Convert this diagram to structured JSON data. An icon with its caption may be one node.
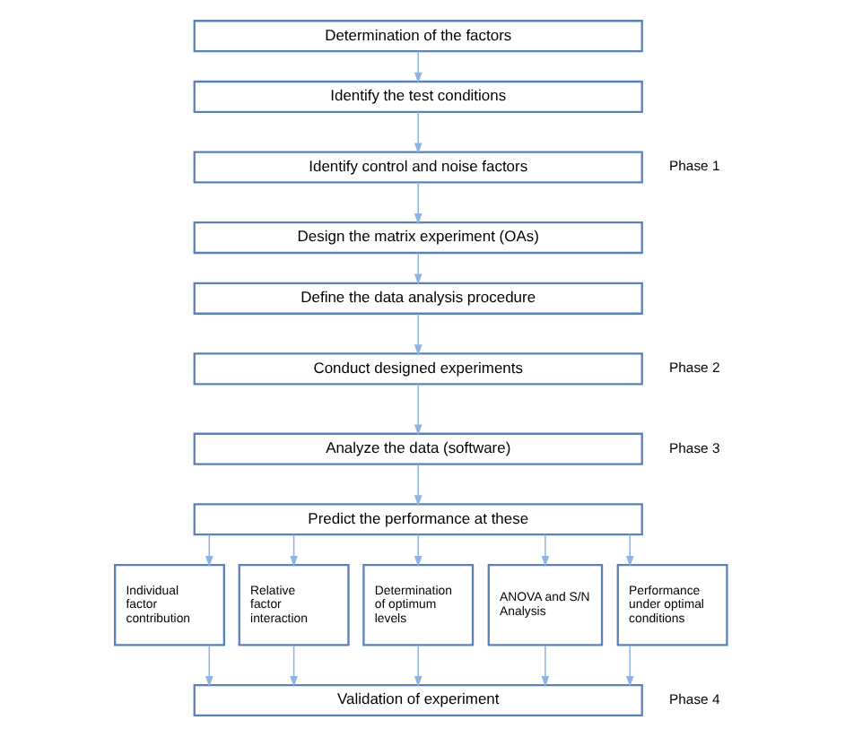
{
  "diagram": {
    "nodes": [
      {
        "text": [
          "Determination of the factors"
        ]
      },
      {
        "text": [
          "Identify the test conditions"
        ]
      },
      {
        "text": [
          "Identify control and noise factors"
        ]
      },
      {
        "text": [
          "Design the matrix experiment (OAs)"
        ]
      },
      {
        "text": [
          "Define the data analysis procedure"
        ]
      },
      {
        "text": [
          "Conduct designed experiments"
        ]
      },
      {
        "text": [
          "Analyze the data (software)"
        ]
      },
      {
        "text": [
          "Predict the performance at these"
        ]
      },
      {
        "text": [
          "Individual factor contribution"
        ]
      },
      {
        "text": [
          "Relative factor interaction"
        ]
      },
      {
        "text": [
          "Determination of optimum levels"
        ]
      },
      {
        "text": [
          "ANOVA and S/N Analysis"
        ]
      },
      {
        "text": [
          "Performance under optimal conditions"
        ]
      },
      {
        "text": [
          "Validation of experiment"
        ]
      }
    ],
    "edges": [
      {
        "from": 0,
        "to": 1,
        "arrow": "to"
      },
      {
        "from": 1,
        "to": 2,
        "arrow": "to"
      },
      {
        "from": 2,
        "to": 3,
        "arrow": "to"
      },
      {
        "from": 3,
        "to": 4,
        "arrow": "to"
      },
      {
        "from": 4,
        "to": 5,
        "arrow": "to"
      },
      {
        "from": 5,
        "to": 6,
        "arrow": "to"
      },
      {
        "from": 6,
        "to": 7,
        "arrow": "to"
      },
      {
        "from": 7,
        "to": 8,
        "arrow": "to"
      },
      {
        "from": 7,
        "to": 9,
        "arrow": "to"
      },
      {
        "from": 7,
        "to": 10,
        "arrow": "to"
      },
      {
        "from": 7,
        "to": 11,
        "arrow": "to"
      },
      {
        "from": 7,
        "to": 12,
        "arrow": "to"
      },
      {
        "from": 8,
        "to": 13,
        "arrow": "to"
      },
      {
        "from": 9,
        "to": 13,
        "arrow": "to"
      },
      {
        "from": 10,
        "to": 13,
        "arrow": "to"
      },
      {
        "from": 11,
        "to": 13,
        "arrow": "to"
      },
      {
        "from": 12,
        "to": 13,
        "arrow": "to"
      }
    ],
    "labels": [
      "Phase 1",
      "Phase 2",
      "Phase 3",
      "Phase 4"
    ]
  }
}
